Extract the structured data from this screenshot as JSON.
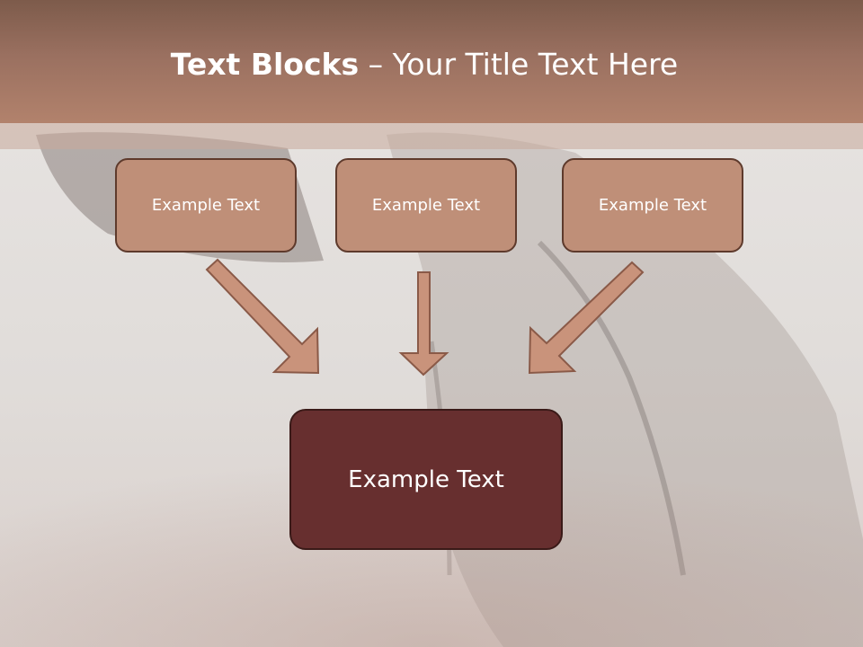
{
  "title": {
    "bold": "Text Blocks",
    "rest": " – Your Title Text Here"
  },
  "boxes": {
    "top": [
      "Example Text",
      "Example Text",
      "Example Text"
    ],
    "bottom": "Example Text"
  },
  "colors": {
    "title_bar": "#9a7060",
    "small_box": "#bf8f78",
    "small_box_border": "#5e3a2c",
    "big_box": "#672f2f",
    "arrow_fill": "#c9937b",
    "arrow_stroke": "#8a5a48"
  }
}
